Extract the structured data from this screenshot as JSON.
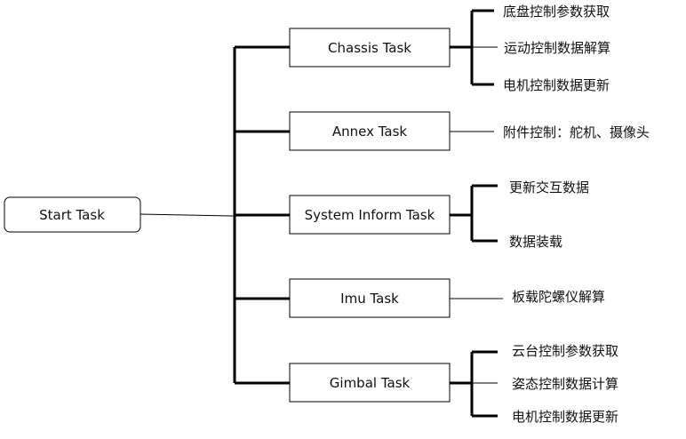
{
  "root": {
    "label": "Start Task"
  },
  "tasks": [
    {
      "label": "Chassis Task",
      "items": [
        "底盘控制参数获取",
        "运动控制数据解算",
        "电机控制数据更新"
      ]
    },
    {
      "label": "Annex Task",
      "items": [
        "附件控制：舵机、摄像头"
      ]
    },
    {
      "label": "System Inform Task",
      "items": [
        "更新交互数据",
        "数据装载"
      ]
    },
    {
      "label": "Imu Task",
      "items": [
        "板载陀螺仪解算"
      ]
    },
    {
      "label": "Gimbal Task",
      "items": [
        "云台控制参数获取",
        "姿态控制数据计算",
        "电机控制数据更新"
      ]
    }
  ]
}
